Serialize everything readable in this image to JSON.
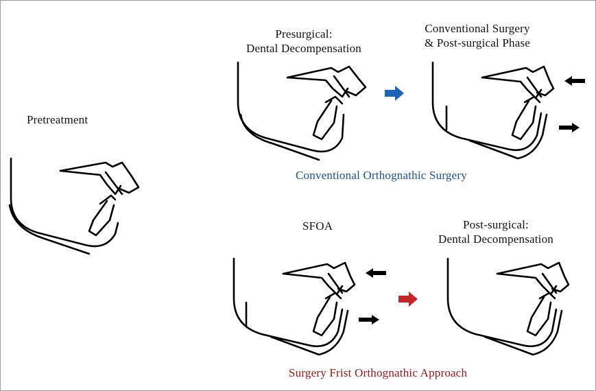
{
  "labels": {
    "pretreatment": "Pretreatment",
    "presurgical_line1": "Presurgical:",
    "presurgical_line2": "Dental Decompensation",
    "conventional_line1": "Conventional Surgery",
    "conventional_line2": "& Post-surgical Phase",
    "conventional_caption": "Conventional Orthognathic Surgery",
    "sfoa": "SFOA",
    "postsurgical_line1": "Post-surgical:",
    "postsurgical_line2": "Dental Decompensation",
    "sfoa_caption": "Surgery Frist Orthognathic Approach"
  },
  "colors": {
    "conventional_caption": "#1f4e8c",
    "sfoa_caption": "#8b1a1a",
    "blue_arrow": "#1f63b4",
    "red_arrow": "#c0282c",
    "black_arrow": "#000000"
  },
  "icons": {
    "flow_arrow": "right-arrow",
    "force_arrow_left": "left-arrow",
    "force_arrow_right": "right-arrow"
  }
}
